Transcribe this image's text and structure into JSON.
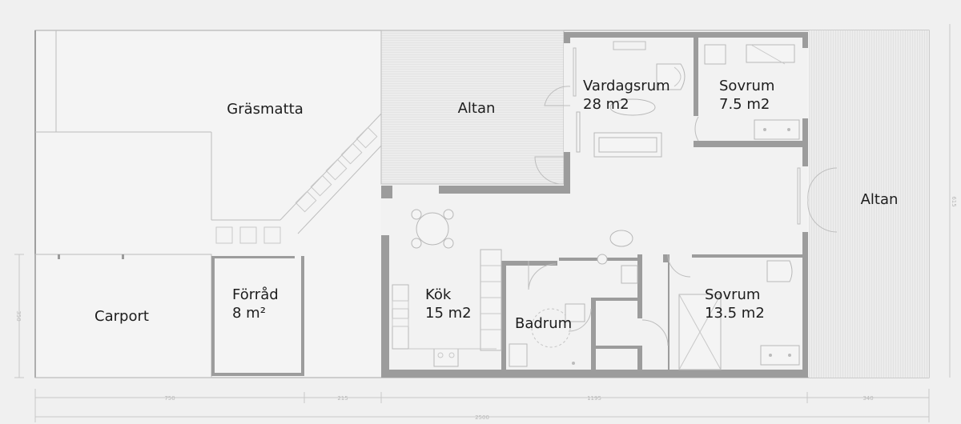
{
  "rooms": {
    "lawn": "Gräsmatta",
    "patio_top": "Altan",
    "living_name": "Vardagsrum",
    "living_area": "28 m2",
    "bedroom_small_name": "Sovrum",
    "bedroom_small_area": "7.5 m2",
    "patio_right": "Altan",
    "carport": "Carport",
    "storage_name": "Förråd",
    "storage_area": "8 m²",
    "kitchen_name": "Kök",
    "kitchen_area": "15 m2",
    "bathroom": "Badrum",
    "bedroom_large_name": "Sovrum",
    "bedroom_large_area": "13.5 m2"
  },
  "dimensions": {
    "seg_1": "750",
    "seg_2": "215",
    "seg_3": "1195",
    "seg_4": "340",
    "total": "2500",
    "height_right": "615",
    "height_left": "350"
  },
  "colors": {
    "background": "#f0f0f0",
    "wall": "#9c9c9c",
    "line": "#bdbdbd",
    "text": "#1d1d1d"
  }
}
